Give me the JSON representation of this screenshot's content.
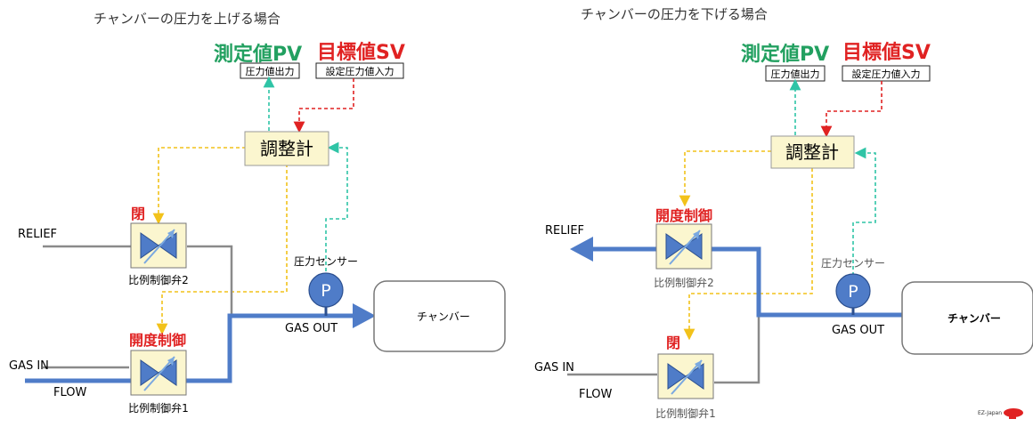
{
  "colors": {
    "blue_flow": "#4f7cc8",
    "grey_pipe": "#8a8a8a",
    "yellow_signal": "#f2c21a",
    "green_signal": "#2fc4a6",
    "red_signal": "#e02222",
    "pv_green": "#22a060",
    "sv_red": "#e02222",
    "valve_fill": "#fbf6cf",
    "controller_fill": "#fbf6cf",
    "sensor_fill": "#4f7cc8"
  },
  "panels": [
    {
      "title": "チャンバーの圧力を上げる場合",
      "pv_label": "測定値PV",
      "sv_label": "目標値SV",
      "pv_output": "圧力値出力",
      "sv_input": "設定圧力値入力",
      "controller": "調整計",
      "sensor_label": "圧力センサー",
      "sensor_symbol": "P",
      "relief": "RELIEF",
      "gas_in": "GAS IN",
      "flow": "FLOW",
      "gas_out": "GAS OUT",
      "chamber": "チャンバー",
      "valve2_state": "閉",
      "valve2_name": "比例制御弁2",
      "valve1_state": "開度制御",
      "valve1_name": "比例制御弁1"
    },
    {
      "title": "チャンバーの圧力を下げる場合",
      "pv_label": "測定値PV",
      "sv_label": "目標値SV",
      "pv_output": "圧力値出力",
      "sv_input": "設定圧力値入力",
      "controller": "調整計",
      "sensor_label": "圧力センサー",
      "sensor_symbol": "P",
      "relief": "RELIEF",
      "gas_in": "GAS IN",
      "flow": "FLOW",
      "gas_out": "GAS OUT",
      "chamber": "チャンバー",
      "valve2_state": "開度制御",
      "valve2_name": "比例制御弁2",
      "valve1_state": "閉",
      "valve1_name": "比例制御弁1"
    }
  ],
  "logo": {
    "text": "EZ-Japan"
  }
}
